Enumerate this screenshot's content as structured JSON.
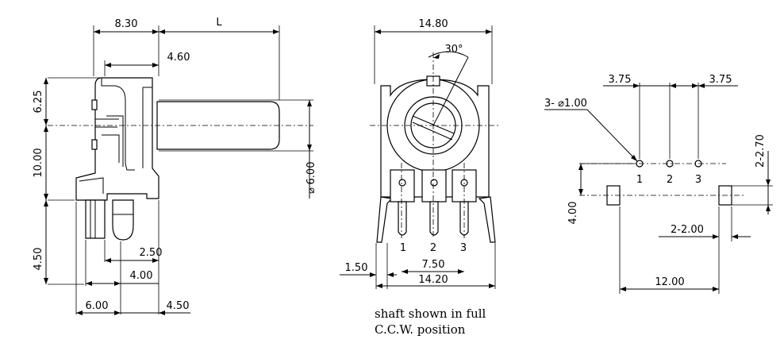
{
  "side_view": {
    "dims": {
      "d_8_30": "8.30",
      "d_L": "L",
      "d_4_60": "4.60",
      "d_6_25": "6.25",
      "d_10_00": "10.00",
      "d_6_00": "6.00",
      "d_6_00_prefix": "⌀",
      "d_2_50": "2.50",
      "d_4_50_v": "4.50",
      "d_4_00": "4.00",
      "d_6_00_h": "6.00",
      "d_4_50_h": "4.50"
    }
  },
  "front_view": {
    "dims": {
      "d_14_80": "14.80",
      "d_30": "30°",
      "d_1_50": "1.50",
      "d_7_50": "7.50",
      "d_14_20": "14.20"
    },
    "pins": [
      "1",
      "2",
      "3"
    ],
    "note_line1": "shaft shown in full",
    "note_line2": "C.C.W. position"
  },
  "pcb_layout": {
    "dims": {
      "d_3_75_left": "3.75",
      "d_3_75_right": "3.75",
      "d_holes": "3- ⌀1.00",
      "d_2_2_70": "2-2.70",
      "d_4_00": "4.00",
      "d_2_2_00": "2-2.00",
      "d_12_00": "12.00"
    },
    "pins": [
      "1",
      "2",
      "3"
    ]
  }
}
